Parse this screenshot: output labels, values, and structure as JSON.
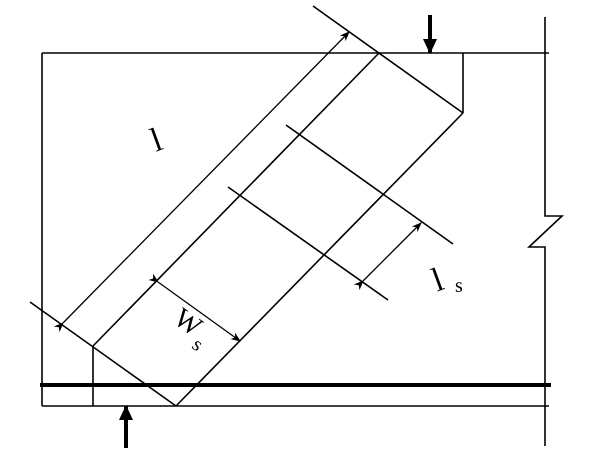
{
  "labels": {
    "strut_length": "l",
    "strut_width_main": "W",
    "strut_width_sub": "s",
    "segment_length_main": "l",
    "segment_length_sub": "s"
  },
  "colors": {
    "line": "#000000",
    "background": "#ffffff"
  }
}
